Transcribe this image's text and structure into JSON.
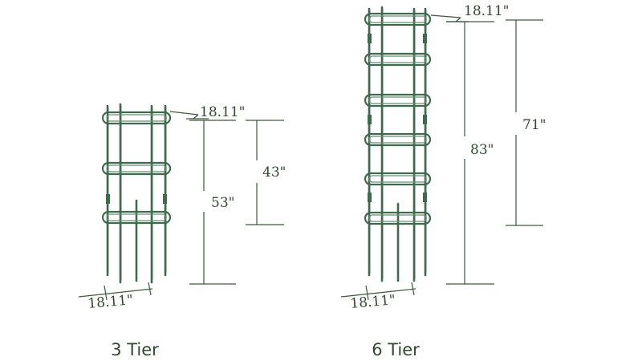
{
  "colors": {
    "ink": "#2f4a2f",
    "trellis": "#3f6a4e"
  },
  "trellis_3tier": {
    "tier_label": "3 Tier",
    "width_top": "18.11\"",
    "width_base": "18.11\"",
    "height_total": "53\"",
    "height_above_ground": "43\""
  },
  "trellis_6tier": {
    "tier_label": "6 Tier",
    "width_top": "18.11\"",
    "width_base": "18.11\"",
    "height_total": "83\"",
    "height_above_ground": "71\""
  }
}
